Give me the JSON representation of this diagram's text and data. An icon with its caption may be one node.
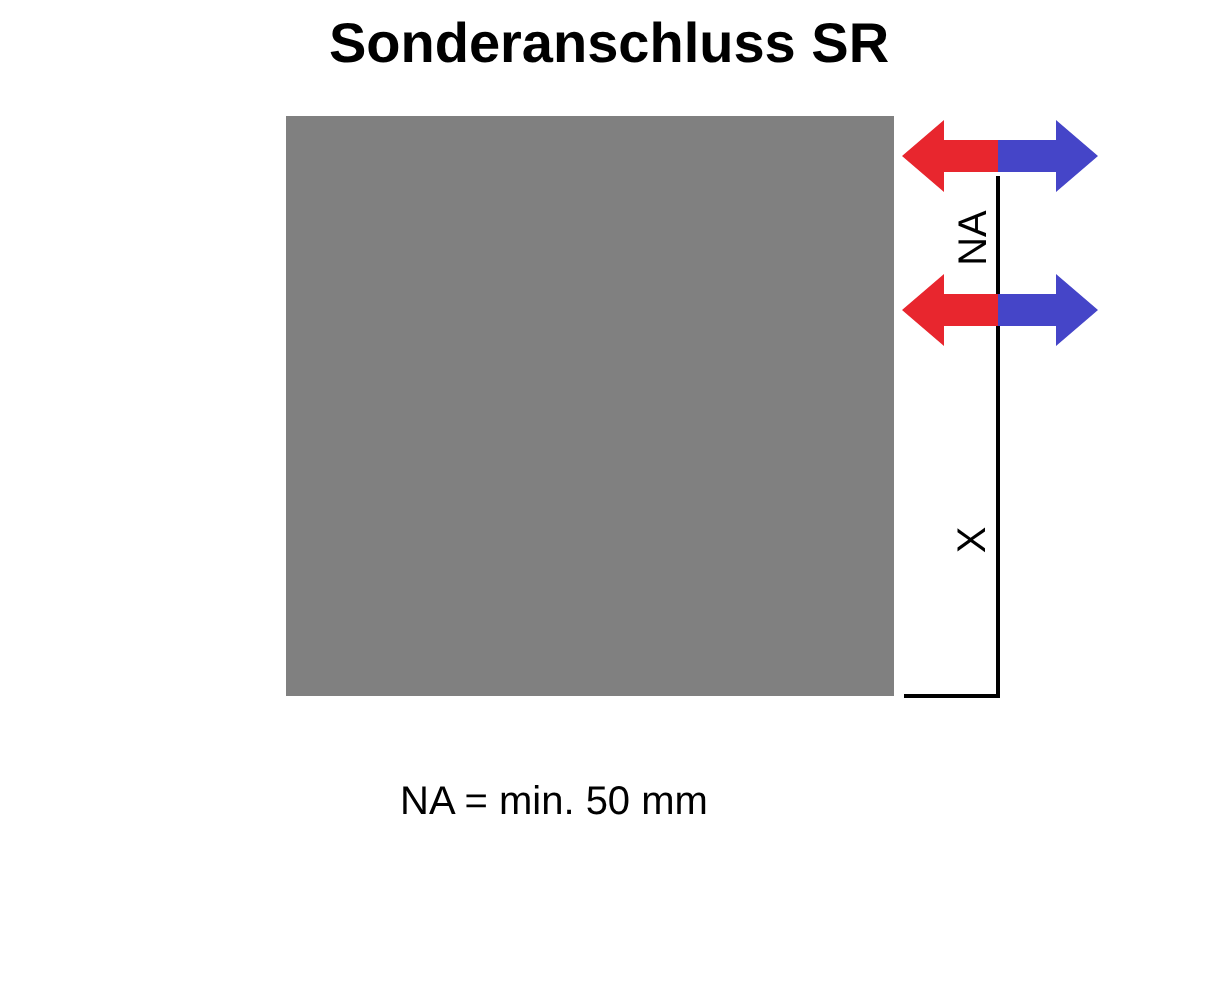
{
  "diagram": {
    "title": "Sonderanschluss SR",
    "nodes": [
      {
        "text": [],
        "shape": "box"
      }
    ],
    "labels": [
      "NA",
      "X",
      "NA = min. 50 mm"
    ]
  }
}
